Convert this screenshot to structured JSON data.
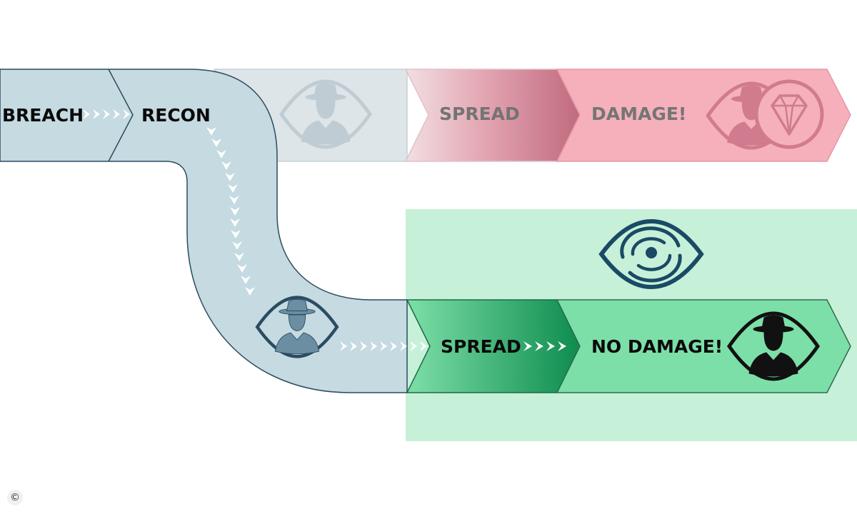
{
  "labels": {
    "breach": "BREACH",
    "recon": "RECON",
    "spread_top": "SPREAD",
    "damage": "DAMAGE!",
    "spread_bottom": "SPREAD",
    "no_damage": "NO DAMAGE!"
  },
  "footer": {
    "copyright_symbol": "©"
  },
  "colors": {
    "path_blue": "#c5dae1",
    "path_stroke": "#2b4b60",
    "faded_path": "#dde5e9",
    "damage_pink": "#f5b0bb",
    "damage_dark": "#c06a7e",
    "protected_zone": "#c7f0d9",
    "no_damage_green": "#7ddfa8",
    "spread_green_dark": "#0e8c4f",
    "maze_eye": "#1a4a64"
  },
  "icons": [
    "spy-eye-icon",
    "diamond-eye-icon",
    "maze-eye-icon",
    "chevron-arrows-icon"
  ]
}
